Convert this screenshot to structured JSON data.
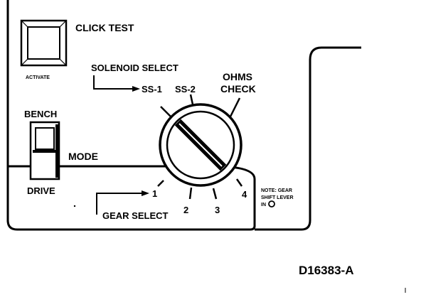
{
  "labels": {
    "click_test": "CLICK TEST",
    "activate": "ACTIVATE",
    "solenoid_select": "SOLENOID SELECT",
    "ss1": "SS-1",
    "ss2": "SS-2",
    "ohms": "OHMS",
    "check": "CHECK",
    "bench": "BENCH",
    "mode": "MODE",
    "drive": "DRIVE",
    "gear_select": "GEAR SELECT",
    "gear_1": "1",
    "gear_2": "2",
    "gear_3": "3",
    "gear_4": "4",
    "note_line1": "NOTE: GEAR",
    "note_line2": "SHIFT LEVER",
    "note_line3": "IN",
    "figure_id": "D16383-A"
  },
  "colors": {
    "ink": "#000000",
    "paper": "#ffffff"
  }
}
